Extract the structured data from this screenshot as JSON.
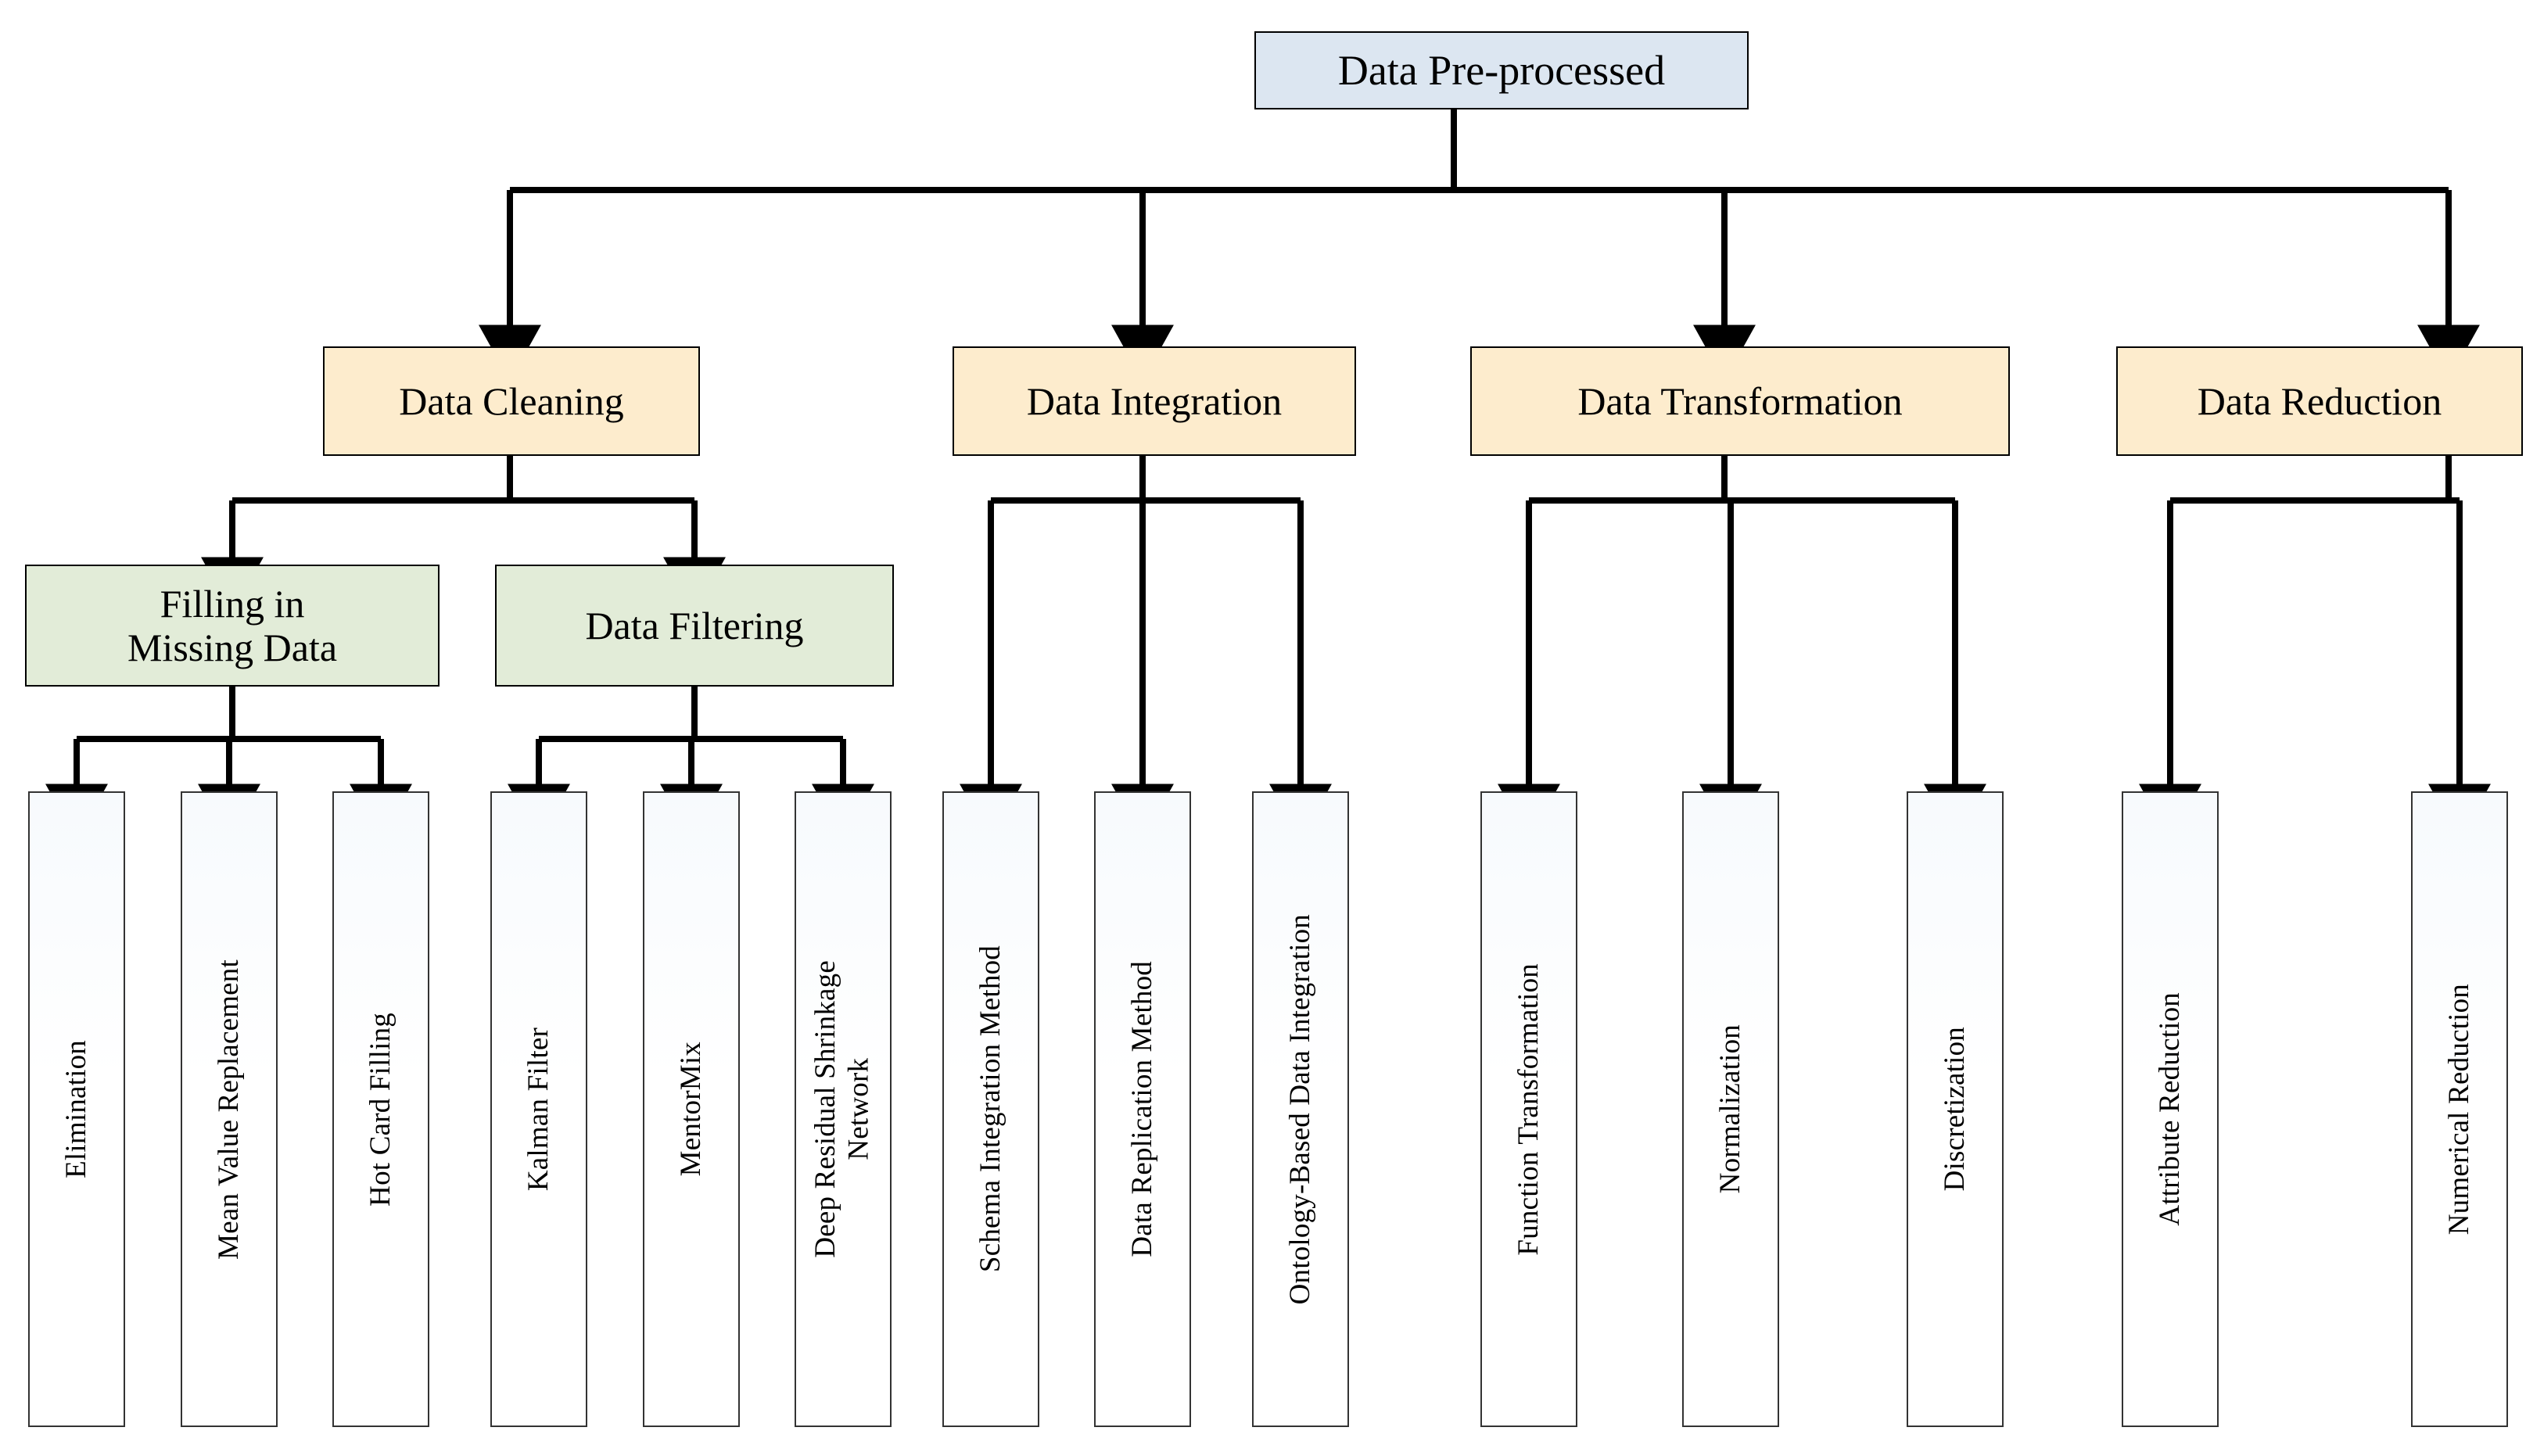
{
  "diagram": {
    "title": "Data Pre-processing Methods Taxonomy",
    "type": "hierarchy-tree",
    "colors": {
      "root_fill": "#dce6f1",
      "category_fill": "#fdeccd",
      "subcategory_fill": "#e2ecd8",
      "leaf_fill": "#ffffff",
      "edge": "#000000",
      "border": "#000000",
      "background": "#ffffff"
    },
    "root": {
      "label": "Data Pre-processed"
    },
    "categories": [
      {
        "label": "Data Cleaning"
      },
      {
        "label": "Data Integration"
      },
      {
        "label": "Data Transformation"
      },
      {
        "label": "Data Reduction"
      }
    ],
    "subcategories": [
      {
        "label": "Filling in\nMissing Data"
      },
      {
        "label": "Data Filtering"
      }
    ],
    "leaves": [
      {
        "label": "Elimination"
      },
      {
        "label": "Mean Value Replacement"
      },
      {
        "label": "Hot Card Filling"
      },
      {
        "label": "Kalman Filter"
      },
      {
        "label": "MentorMix"
      },
      {
        "label": "Deep Residual Shrinkage\nNetwork"
      },
      {
        "label": "Schema Integration Method"
      },
      {
        "label": "Data Replication Method"
      },
      {
        "label": "Ontology-Based Data Integration"
      },
      {
        "label": "Function Transformation"
      },
      {
        "label": "Normalization"
      },
      {
        "label": "Discretization"
      },
      {
        "label": "Attribute Reduction"
      },
      {
        "label": "Numerical Reduction"
      }
    ]
  }
}
